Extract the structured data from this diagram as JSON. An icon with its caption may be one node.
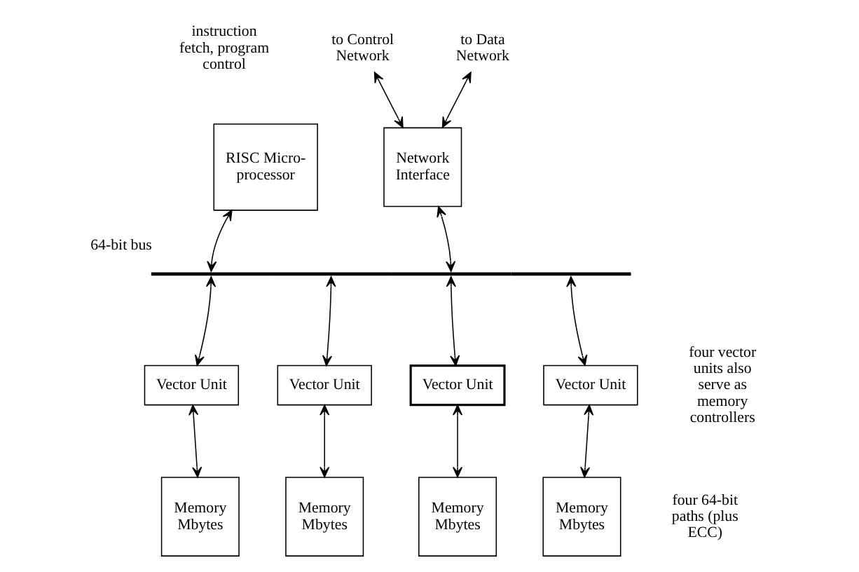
{
  "diagram": {
    "nodes": [
      {
        "text": [
          "to Control Network"
        ]
      },
      {
        "text": [
          "to Data Network"
        ]
      },
      {
        "text": [
          "RISC Micro- processor"
        ]
      },
      {
        "text": [
          "Network Interface"
        ]
      },
      {
        "text": [],
        "shape": "bar",
        "beside": [
          "64-bit bus"
        ]
      },
      {
        "text": [
          "Vector Unit"
        ]
      },
      {
        "text": [
          "Vector Unit"
        ]
      },
      {
        "text": [
          "Vector Unit"
        ]
      },
      {
        "text": [
          "Vector Unit"
        ]
      },
      {
        "text": [
          "Memory Mbytes"
        ]
      },
      {
        "text": [
          "Memory Mbytes"
        ]
      },
      {
        "text": [
          "Memory Mbytes"
        ]
      },
      {
        "text": [
          "Memory Mbytes"
        ]
      }
    ],
    "edges": [
      {
        "from": 3,
        "to": 0,
        "arrow": "both"
      },
      {
        "from": 3,
        "to": 1,
        "arrow": "both"
      },
      {
        "from": 2,
        "to": 4,
        "arrow": "both"
      },
      {
        "from": 3,
        "to": 4,
        "arrow": "both"
      },
      {
        "from": 4,
        "to": 5,
        "arrow": "both"
      },
      {
        "from": 4,
        "to": 6,
        "arrow": "both"
      },
      {
        "from": 4,
        "to": 7,
        "arrow": "both"
      },
      {
        "from": 4,
        "to": 8,
        "arrow": "both"
      },
      {
        "from": 5,
        "to": 9,
        "arrow": "both"
      },
      {
        "from": 6,
        "to": 10,
        "arrow": "both"
      },
      {
        "from": 7,
        "to": 11,
        "arrow": "both"
      },
      {
        "from": 8,
        "to": 12,
        "arrow": "both"
      }
    ],
    "labels": [
      "instruction fetch, program control",
      "four vector units also serve as memory controllers",
      "four 64-bit paths (plus ECC)"
    ]
  }
}
